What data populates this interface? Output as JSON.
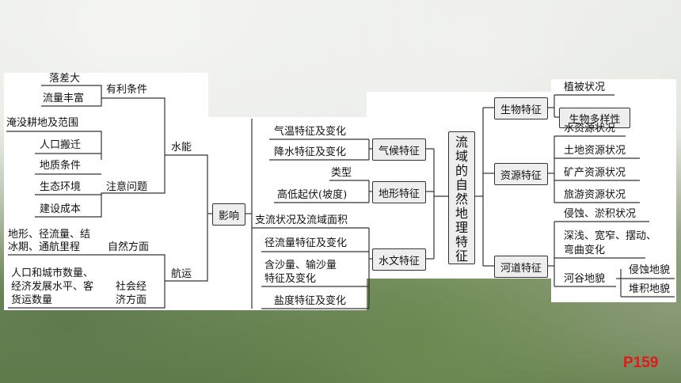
{
  "left": {
    "water_energy": "水能",
    "favorable": "有利条件",
    "fav_items": [
      "落差大",
      "流量丰富"
    ],
    "attention": "注意问题",
    "att_items": [
      "淹没耕地及范围",
      "人口搬迁",
      "地质条件",
      "生态环境",
      "建设成本"
    ],
    "shipping": "航运",
    "natural": "自然方面",
    "natural_text": [
      "地形、径流量、结",
      "冰期、通航里程"
    ],
    "social_l1": "社会经",
    "social_l2": "济方面",
    "social_text": [
      "人口和城市数量、",
      "经济发展水平、客",
      "货运数量"
    ],
    "influence": "影响"
  },
  "middle": {
    "climate": "气候特征",
    "climate_items": [
      "气温特征及变化",
      "降水特征及变化"
    ],
    "terrain": "地形特征",
    "terrain_items": [
      "类型",
      "高低起伏(坡度)"
    ],
    "hydro": "水文特征",
    "hydro_items": [
      "支流状况及流域面积",
      "径流量特征及变化",
      "含沙量、输沙量",
      "特征及变化",
      "盐度特征及变化"
    ]
  },
  "center_title": "流域的自然地理特征",
  "right": {
    "bio": "生物特征",
    "bio_items": [
      "植被状况",
      "生物多样性"
    ],
    "resource": "资源特征",
    "resource_items": [
      "水资源状况",
      "土地资源状况",
      "矿产资源状况",
      "旅游资源状况"
    ],
    "channel": "河道特征",
    "channel_items": [
      "侵蚀、淤积状况",
      "深浅、宽窄、摆动、",
      "弯曲变化"
    ],
    "valley": "河谷地貌",
    "valley_items": [
      "侵蚀地貌",
      "堆积地貌"
    ]
  },
  "page_label": "P159"
}
